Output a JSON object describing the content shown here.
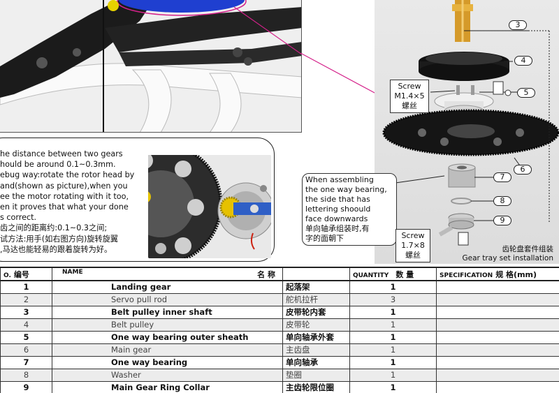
{
  "bubble": {
    "lines": [
      "he distance between two gears",
      "hould be around 0.1~0.3mm.",
      "ebug way:rotate the rotor head by",
      "and(shown as picture),when you",
      "ee the motor rotating with it too,",
      "en it proves that what your done",
      "s correct.",
      "齿之间的距离约:0.1~0.3之间;",
      "试方法:用手(如右图方向)旋转旋翼",
      ",马达也能轻易的跟着旋转为好。"
    ]
  },
  "callouts": {
    "screw_top": [
      "Screw",
      "M1.4×5",
      "螺丝"
    ],
    "one_way_note": [
      "When assembling",
      "the one way bearing,",
      "the side that has",
      "lettering shoould",
      "face downwards",
      "单向轴承组装时,有",
      "字的面朝下"
    ],
    "screw_bottom": [
      "Screw",
      "1.7×8",
      "螺丝"
    ]
  },
  "part_numbers": [
    "3",
    "4",
    "5",
    "6",
    "7",
    "8",
    "9"
  ],
  "caption": {
    "cn": "齿轮盘套件组装",
    "en": "Gear tray set installation"
  },
  "table": {
    "headers": {
      "no": "O.",
      "no_cn": "编号",
      "name": "NAME",
      "name_cn": "名 称",
      "qty": "QUANTITY",
      "qty_cn": "数 量",
      "spec": "SPECIFICATION",
      "spec_cn": "规 格(mm)"
    },
    "rows": [
      {
        "no": "1",
        "name": "Landing gear",
        "cn": "起落架",
        "qty": "1",
        "spec": ""
      },
      {
        "no": "2",
        "name": "Servo pull rod",
        "cn": "舵机拉杆",
        "qty": "3",
        "spec": ""
      },
      {
        "no": "3",
        "name": "Belt pulley inner shaft",
        "cn": "皮带轮内套",
        "qty": "1",
        "spec": ""
      },
      {
        "no": "4",
        "name": "Belt pulley",
        "cn": "皮带轮",
        "qty": "1",
        "spec": ""
      },
      {
        "no": "5",
        "name": "One way bearing outer sheath",
        "cn": "单向轴承外套",
        "qty": "1",
        "spec": ""
      },
      {
        "no": "6",
        "name": "Main gear",
        "cn": "主齿盘",
        "qty": "1",
        "spec": ""
      },
      {
        "no": "7",
        "name": "One way bearing",
        "cn": "单向轴承",
        "qty": "1",
        "spec": ""
      },
      {
        "no": "8",
        "name": "Washer",
        "cn": "垫圈",
        "qty": "1",
        "spec": ""
      },
      {
        "no": "9",
        "name": "Main Gear Ring Collar",
        "cn": "主齿轮限位圈",
        "qty": "1",
        "spec": ""
      }
    ]
  }
}
